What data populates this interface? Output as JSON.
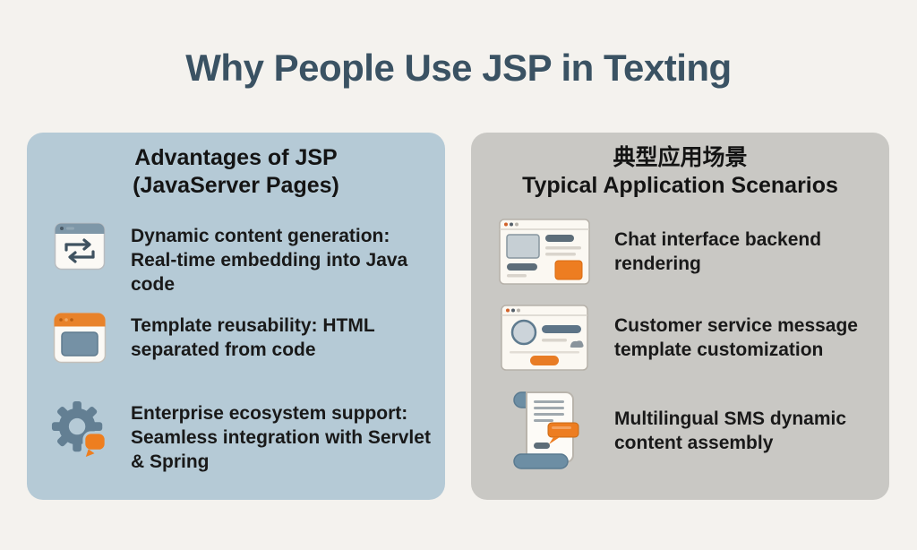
{
  "page": {
    "title": "Why People Use JSP in Texting",
    "background_color": "#f4f2ee",
    "title_color": "#3a5263"
  },
  "left_panel": {
    "background_color": "#b5cad6",
    "title_line1": "Advantages of JSP",
    "title_line2": "(JavaServer Pages)",
    "items": [
      {
        "icon": "window-sync-arrows-icon",
        "text": "Dynamic content generation: Real-time embedding into Java code"
      },
      {
        "icon": "window-template-icon",
        "text": "Template reusability: HTML separated from code"
      },
      {
        "icon": "gear-chat-bubble-icon",
        "text": "Enterprise ecosystem support: Seamless integration with Servlet & Spring"
      }
    ]
  },
  "right_panel": {
    "background_color": "#c9c8c4",
    "title_line1": "典型应用场景",
    "title_line2": "Typical Application Scenarios",
    "items": [
      {
        "icon": "browser-chat-layout-icon",
        "text": "Chat interface backend rendering"
      },
      {
        "icon": "browser-profile-form-icon",
        "text": "Customer service message template customization"
      },
      {
        "icon": "scroll-message-icon",
        "text": "Multilingual SMS dynamic content assembly"
      }
    ]
  },
  "colors": {
    "accent_orange": "#e87f27",
    "slate_blue": "#6d8ea4",
    "icon_paper": "#fbf8f2",
    "dark_pill": "#5d6d79",
    "text_black": "#191919"
  }
}
